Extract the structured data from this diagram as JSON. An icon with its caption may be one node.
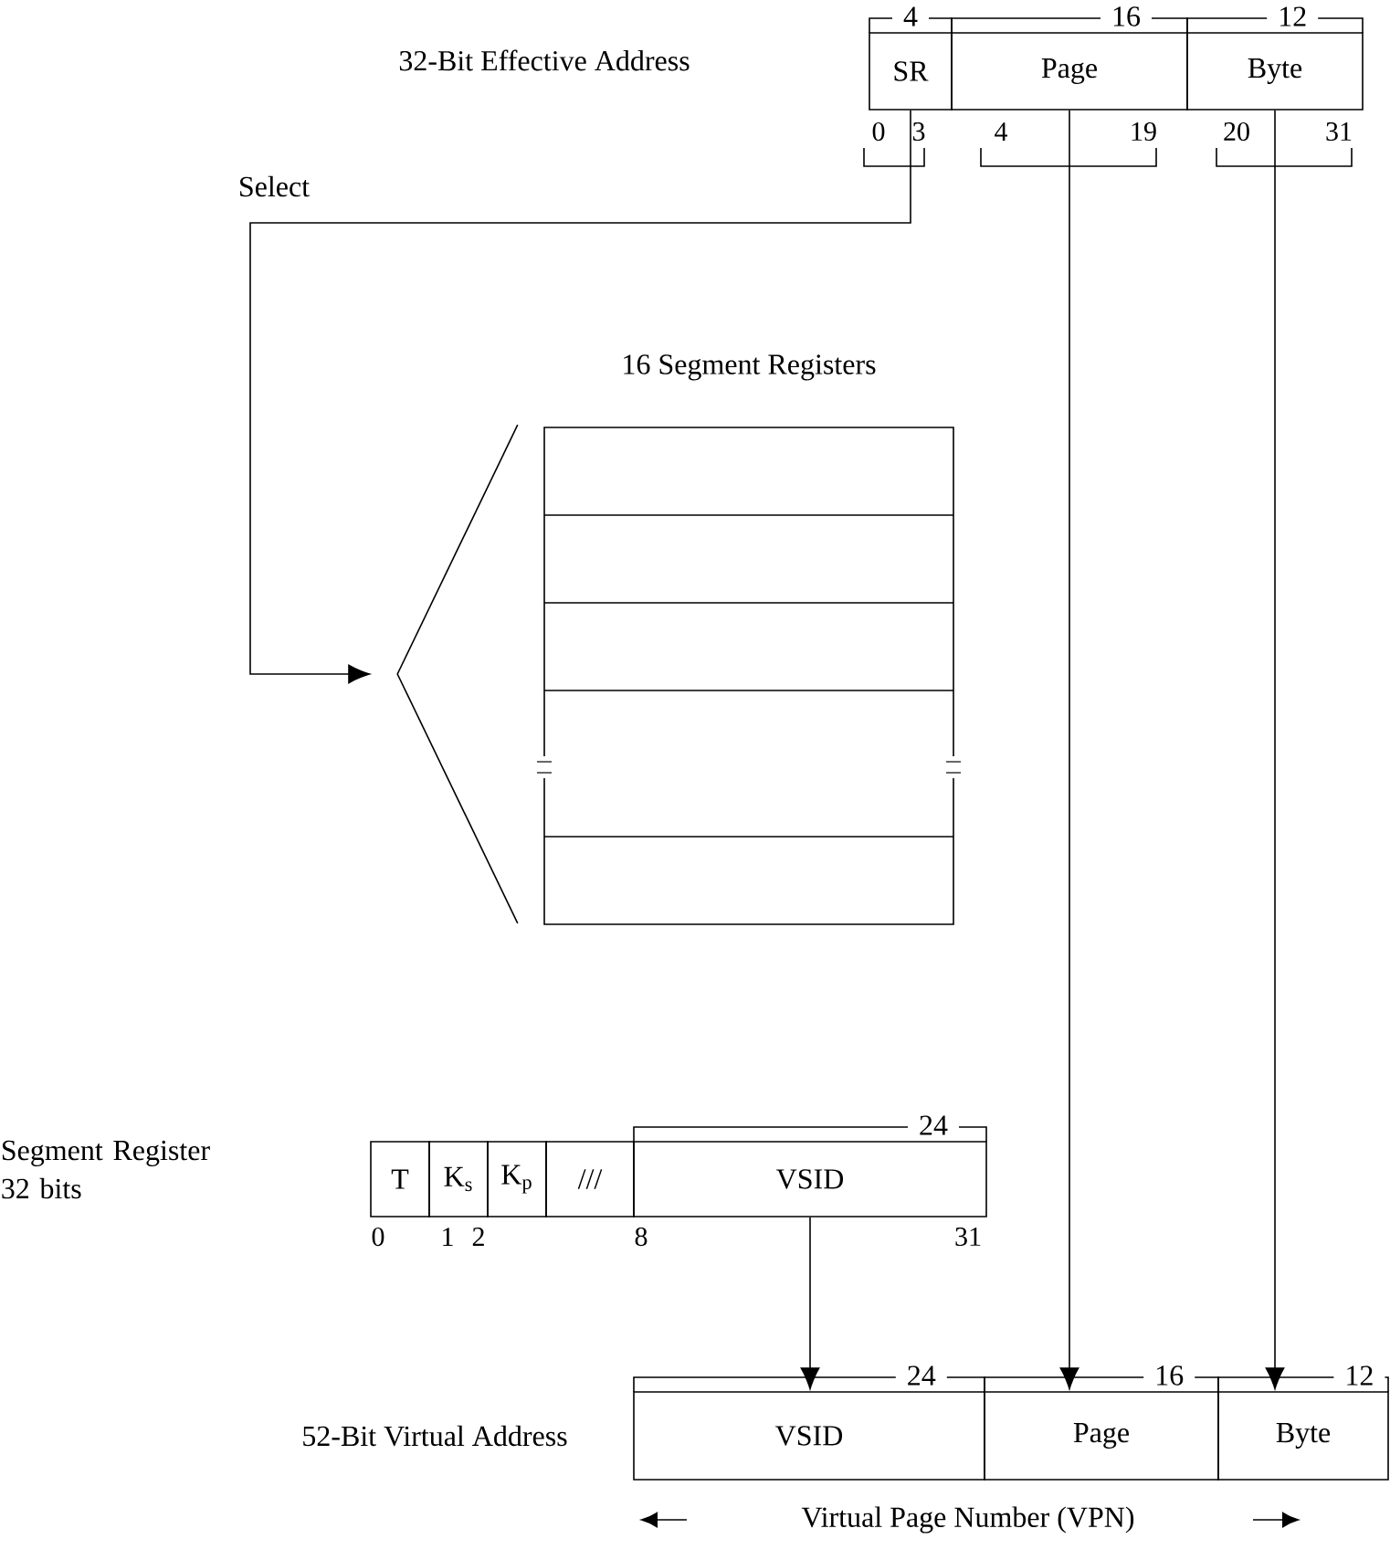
{
  "diagram": {
    "nodes": [
      {
        "text": [
          "SR"
        ],
        "beside": [
          "4"
        ]
      },
      {
        "text": [
          "Page"
        ],
        "beside": [
          "16"
        ]
      },
      {
        "text": [
          "Byte"
        ],
        "beside": [
          "12"
        ]
      },
      {
        "text": [
          "16 Segment Registers"
        ]
      },
      {
        "text": [],
        "shape": "chevron"
      },
      {
        "text": [
          "T"
        ]
      },
      {
        "text": [
          "K$_{s}$"
        ]
      },
      {
        "text": [
          "K$_{p}$"
        ]
      },
      {
        "text": [
          "///"
        ]
      },
      {
        "text": [
          "VSID"
        ],
        "beside": [
          "24"
        ]
      },
      {
        "text": [
          "VSID"
        ],
        "beside": [
          "24"
        ]
      },
      {
        "text": [
          "Page"
        ],
        "beside": [
          "16"
        ]
      },
      {
        "text": [
          "Byte"
        ],
        "beside": [
          "12"
        ]
      }
    ],
    "edges": [
      {
        "from": 0,
        "to": 4,
        "arrow": "to",
        "label": "Select"
      },
      {
        "from": 1,
        "to": 11,
        "arrow": "to"
      },
      {
        "from": 2,
        "to": 12,
        "arrow": "to"
      },
      {
        "from": 9,
        "to": 10,
        "arrow": "to"
      }
    ],
    "labels": [
      "32-Bit Effective Address",
      "0",
      "3",
      "4",
      "19",
      "20",
      "31",
      "Segment Register 32 bits",
      "0",
      "1",
      "2",
      "8",
      "31",
      "52-Bit Virtual Address",
      "Virtual Page Number (VPN)"
    ]
  }
}
